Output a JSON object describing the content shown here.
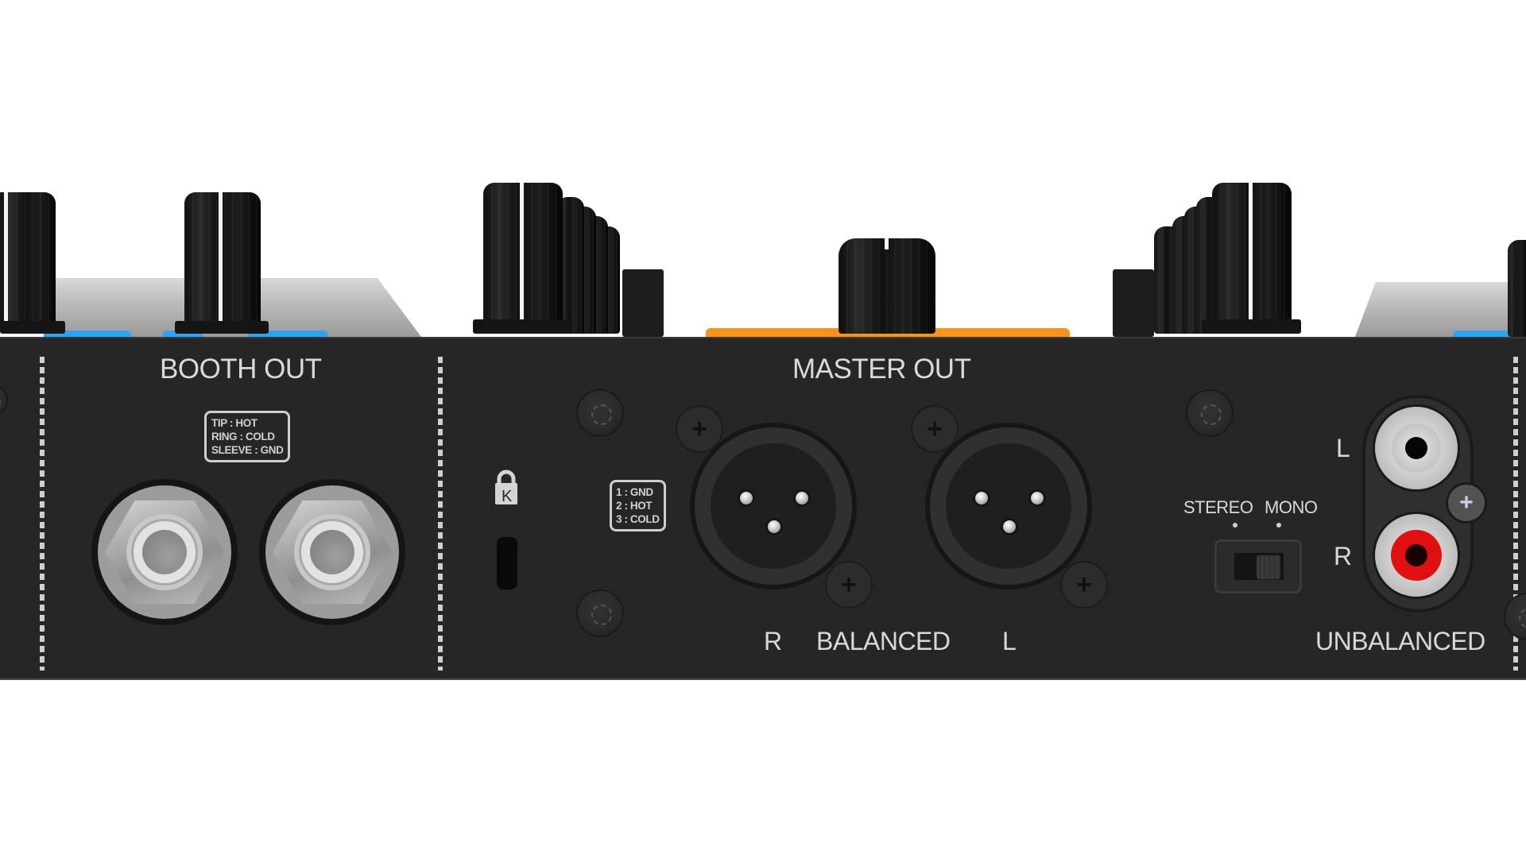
{
  "device": {
    "panel_color": "#262626",
    "label_color": "#d9d9d9",
    "accent_orange": "#f7941d",
    "accent_blue": "#2ea3f2",
    "rca_right_color": "#e01010"
  },
  "booth_out": {
    "heading": "BOOTH OUT",
    "pin_legend": [
      "TIP : HOT",
      "RING : COLD",
      "SLEEVE : GND"
    ],
    "jacks": [
      {
        "name": "booth-out-jack-1",
        "type": "1/4\" TRS"
      },
      {
        "name": "booth-out-jack-2",
        "type": "1/4\" TRS"
      }
    ]
  },
  "security": {
    "lock_symbol": "K"
  },
  "master_out": {
    "heading": "MASTER OUT",
    "xlr_pin_legend": [
      "1 : GND",
      "2 : HOT",
      "3 : COLD"
    ],
    "balanced": {
      "label": "BALANCED",
      "left_channel_label": "R",
      "right_channel_label": "L"
    },
    "unbalanced": {
      "label": "UNBALANCED",
      "rca_left_label": "L",
      "rca_right_label": "R"
    },
    "mode_switch": {
      "option_left": "STEREO",
      "option_right": "MONO",
      "selected": "MONO"
    }
  }
}
